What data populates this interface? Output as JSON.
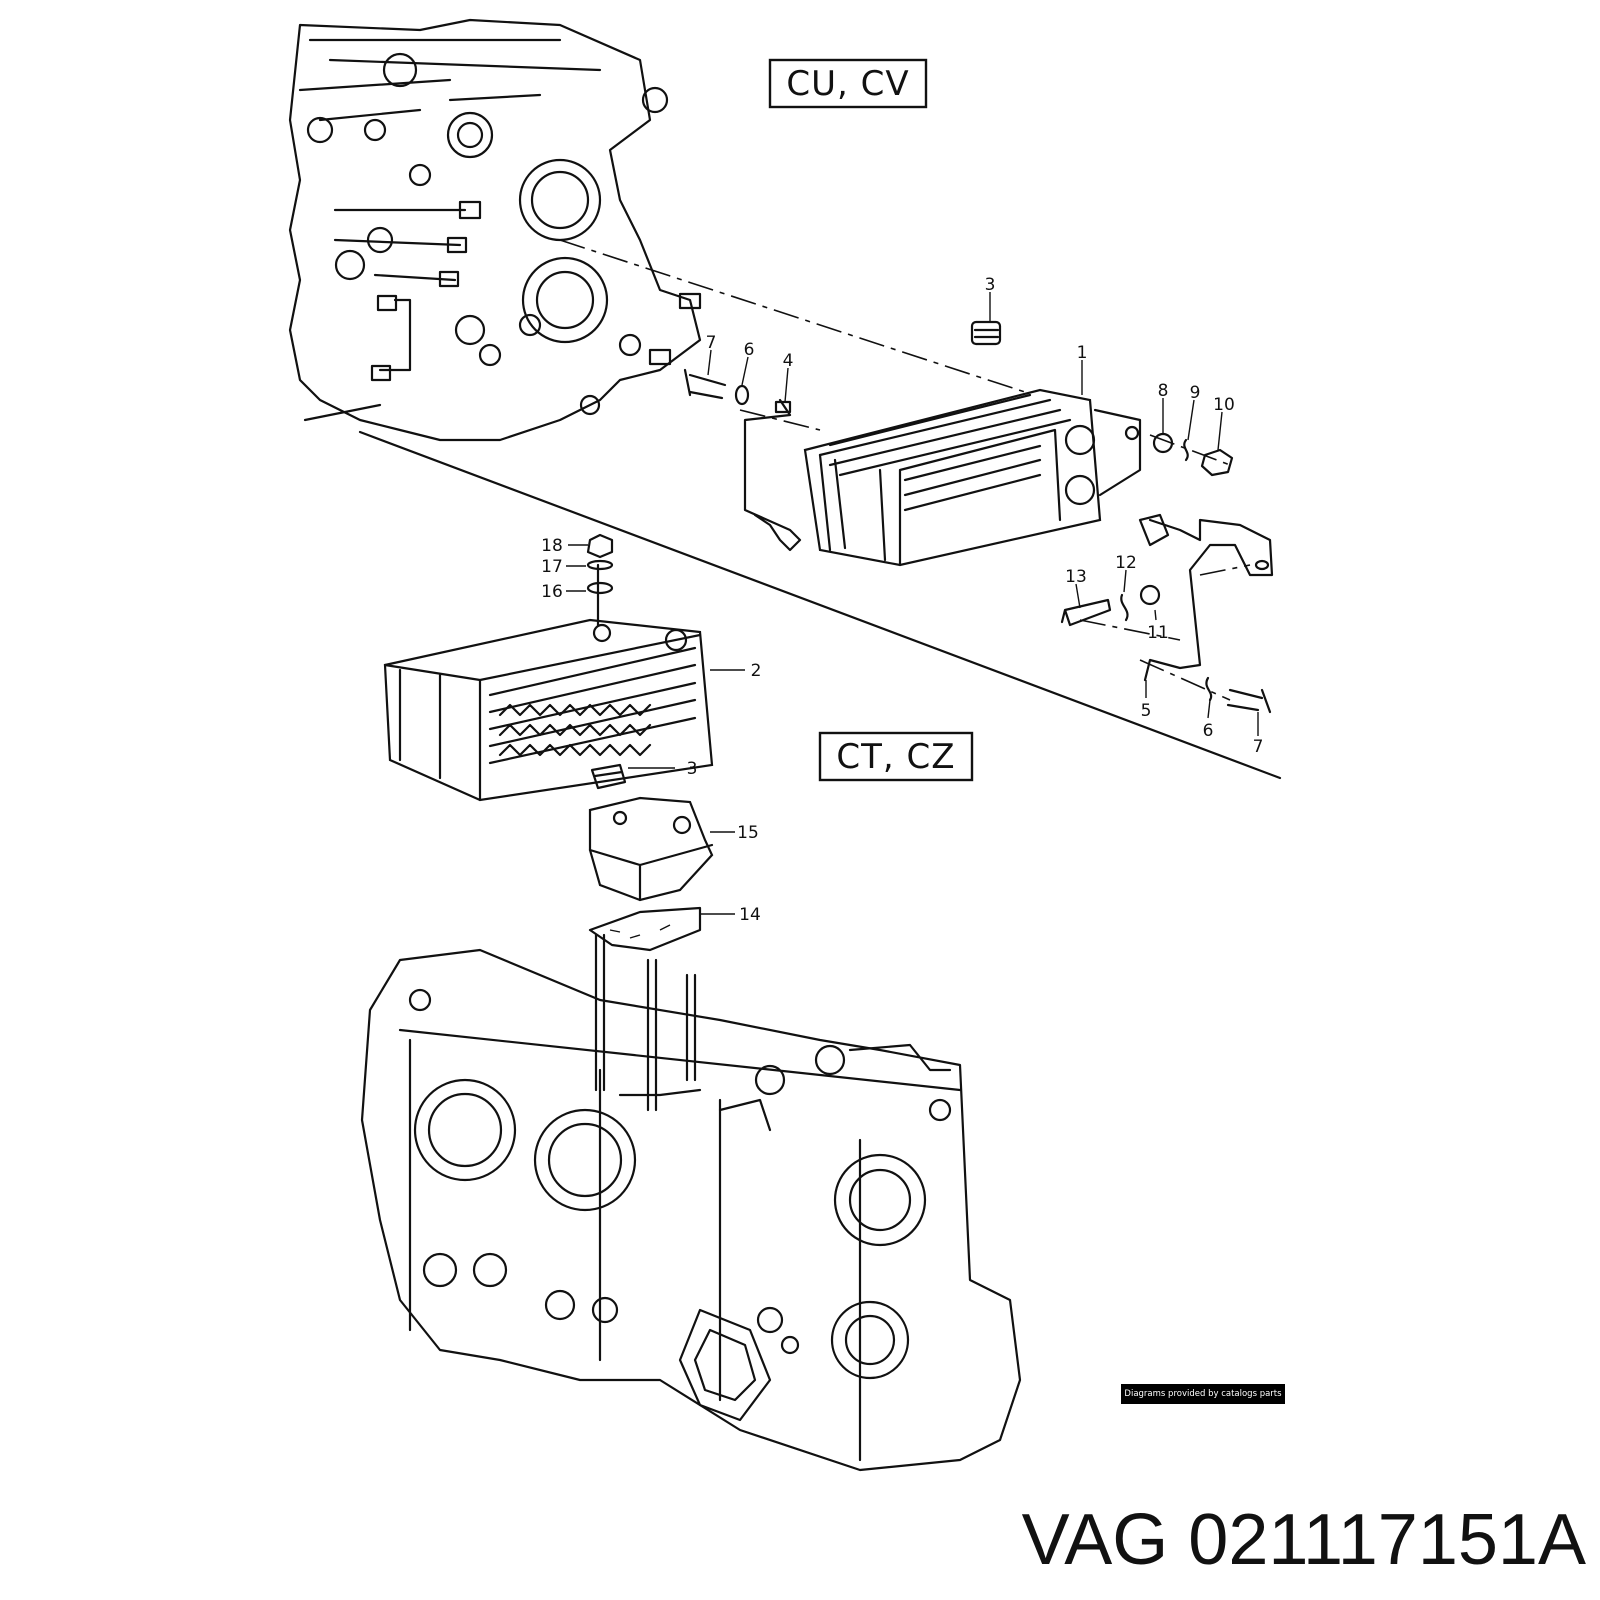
{
  "variants": {
    "upper": "CU, CV",
    "lower": "CT, CZ"
  },
  "callouts": {
    "c1": "1",
    "c2": "2",
    "c3a": "3",
    "c3b": "3",
    "c4": "4",
    "c5": "5",
    "c6a": "6",
    "c6b": "6",
    "c7a": "7",
    "c7b": "7",
    "c8": "8",
    "c9": "9",
    "c10": "10",
    "c11": "11",
    "c12": "12",
    "c13": "13",
    "c14": "14",
    "c15": "15",
    "c16": "16",
    "c17": "17",
    "c18": "18"
  },
  "credit": "Diagrams provided by catalogs parts",
  "title": "VAG 021117151A"
}
